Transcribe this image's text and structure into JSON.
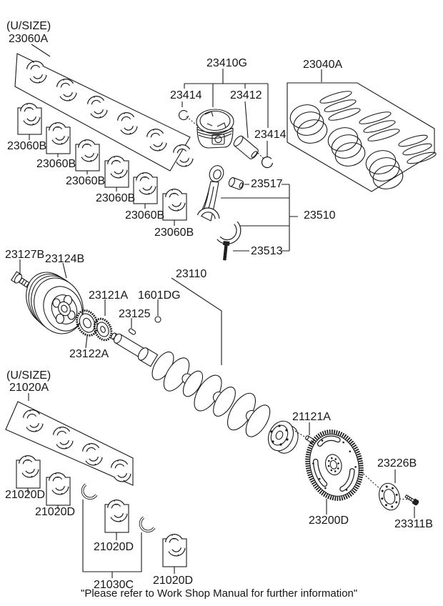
{
  "labels": {
    "u_size_top": "(U/SIZE)",
    "main_bearing_set": "23060A",
    "main_bearing": "23060B",
    "piston_set": "23410G",
    "snap_ring": "23414",
    "piston_pin": "23412",
    "piston_ring_set": "23040A",
    "conrod_bushing": "23517",
    "conrod": "23510",
    "conrod_bolt": "23513",
    "pulley_bolt": "23127B",
    "crank_pulley": "23124B",
    "crank_sprocket": "23121A",
    "crank_gear": "23122A",
    "woodruff_key": "23125",
    "crank_front_pin": "1601DG",
    "crankshaft": "23110",
    "u_size_bottom": "(U/SIZE)",
    "crank_bearing_set": "21020A",
    "crank_bearing": "21020D",
    "thrust_washer_set": "21030C",
    "dowel_pin": "21121A",
    "drive_plate": "23200D",
    "adapter_plate": "23226B",
    "adapter_bolt": "23311B"
  },
  "footer": {
    "note": "\"Please refer to Work Shop Manual for further information\""
  }
}
